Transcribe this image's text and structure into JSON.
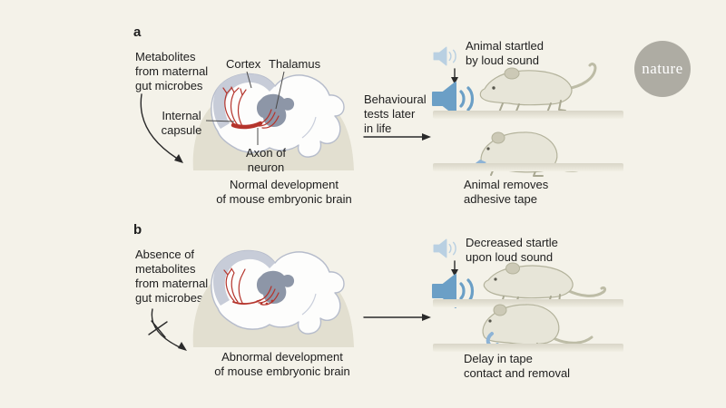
{
  "logo": {
    "text": "nature"
  },
  "panel_a": {
    "label": "a",
    "note": "Metabolites\nfrom maternal\ngut microbes",
    "labels": {
      "cortex": "Cortex",
      "thalamus": "Thalamus",
      "internal_capsule": "Internal\ncapsule",
      "axon": "Axon of\nneuron"
    },
    "caption": "Normal development\nof mouse embryonic brain",
    "behaviour_arrow": "Behavioural\ntests later\nin life",
    "startle": "Animal startled\nby loud sound",
    "tape": "Animal removes\nadhesive tape"
  },
  "panel_b": {
    "label": "b",
    "note": "Absence of\nmetabolites\nfrom maternal\ngut microbes",
    "caption": "Abnormal development\nof mouse embryonic brain",
    "startle": "Decreased startle\nupon loud sound",
    "tape": "Delay in tape\ncontact and removal"
  },
  "colors": {
    "background": "#f4f2e9",
    "text": "#1e1e1e",
    "speaker_blue": "#6b9fc6",
    "speaker_pale": "#b9d0e2",
    "tape_blue": "#8db3d6",
    "axon_red": "#b5342c",
    "cortex": "#c7ccd8",
    "thalamus": "#8d96a7",
    "logo_gray": "#aeaca3",
    "mouse_body": "#e7e5d8",
    "head_blob": "#e2dfd0"
  }
}
